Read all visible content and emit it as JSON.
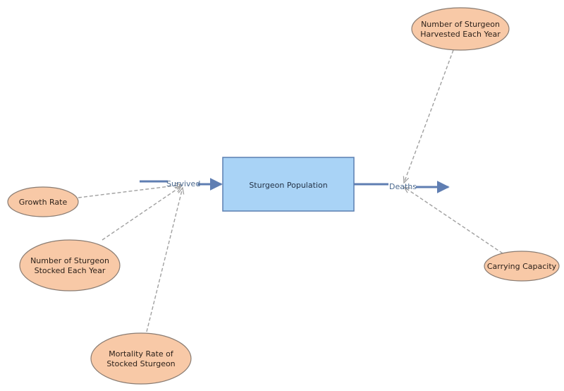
{
  "stock": {
    "label": "Sturgeon Population"
  },
  "flows": {
    "inflow_label": "Survived",
    "outflow_label": "Deaths"
  },
  "variables": {
    "growth_rate": "Growth Rate",
    "stocked_line1": "Number of Sturgeon",
    "stocked_line2": "Stocked Each Year",
    "mortality_line1": "Mortality Rate of",
    "mortality_line2": "Stocked Sturgeon",
    "harvested_line1": "Number of Sturgeon",
    "harvested_line2": "Harvested Each Year",
    "carrying_capacity": "Carrying Capacity"
  },
  "colors": {
    "stock_fill": "#a9d3f6",
    "stock_stroke": "#5b7fb1",
    "flow_stroke": "#5f7eb2",
    "variable_fill": "#f8c9a7",
    "variable_stroke": "#8a7c72",
    "link_stroke": "#a0a0a0"
  }
}
